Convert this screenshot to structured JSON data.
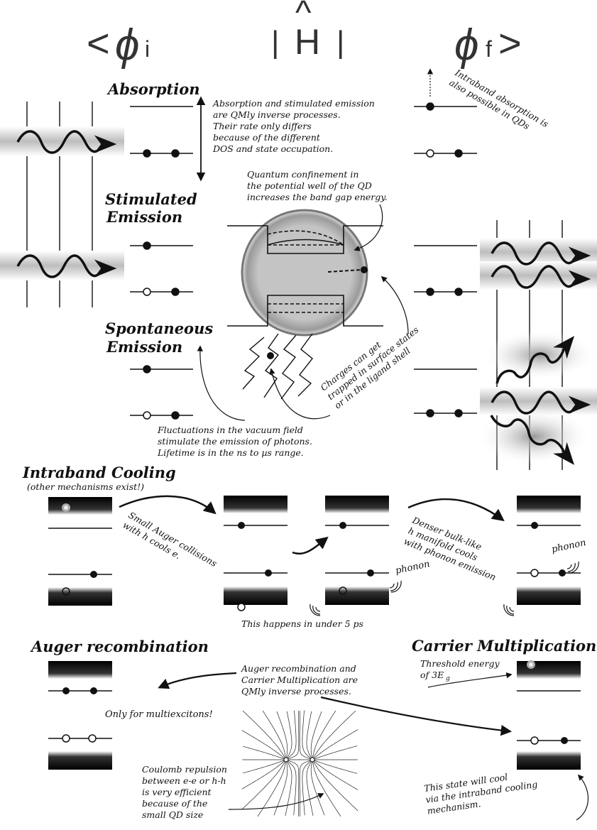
{
  "header": {
    "bra_open": "<",
    "phi_i": "ϕ",
    "sub_i": "i",
    "hamiltonian": "H",
    "hat": "^",
    "bar": "|",
    "phi_f": "ϕ",
    "sub_f": "f",
    "ket_close": ">"
  },
  "headings": {
    "absorption": "Absorption",
    "stimulated_1": "Stimulated",
    "stimulated_2": "Emission",
    "spontaneous_1": "Spontaneous",
    "spontaneous_2": "Emission",
    "intraband": "Intraband Cooling",
    "intraband_sub": "(other mechanisms exist!)",
    "auger": "Auger recombination",
    "cm": "Carrier Multiplication"
  },
  "notes": {
    "absorption_note": [
      "Absorption and stimulated emission",
      "are QMly inverse processes.",
      "Their rate only differs",
      "because of the different",
      "DOS and state occupation."
    ],
    "intraband_absorption": [
      "Intraband absorption is",
      "also possible in QDs"
    ],
    "confinement": [
      "Quantum confinement in",
      "the potential well of the QD",
      "increases the band gap energy."
    ],
    "trap": [
      "Charges can get",
      "trapped in surface states",
      "or in the ligand shell"
    ],
    "fluctuations": [
      "Fluctuations in the vacuum field",
      "stimulate the emission of photons.",
      "Lifetime is in the ns to µs range."
    ],
    "small_auger": [
      "Small Auger collisions",
      "with h cools e."
    ],
    "denser": [
      "Denser bulk-like",
      "h manifold cools",
      "with phonon emission"
    ],
    "phonon_1": "phonon",
    "phonon_2": "phonon",
    "under5ps": "This happens in under 5 ps",
    "auger_cm": [
      "Auger recombination and",
      "Carrier Multiplication are",
      "QMly inverse processes."
    ],
    "threshold": [
      "Threshold energy",
      "of 3E"
    ],
    "threshold_sub": "g",
    "multiexcitons": "Only for multiexcitons!",
    "coulomb": [
      "Coulomb repulsion",
      "between e-e or h-h",
      "is very efficient",
      "because of the",
      "small QD size"
    ],
    "will_cool": [
      "This state will cool",
      "via the intraband cooling",
      "mechanism."
    ]
  },
  "colors": {
    "ink": "#111111",
    "photon_band": "#c8c8c8",
    "qd_fill": "#bdbdbd",
    "band_dark": "#000000"
  }
}
